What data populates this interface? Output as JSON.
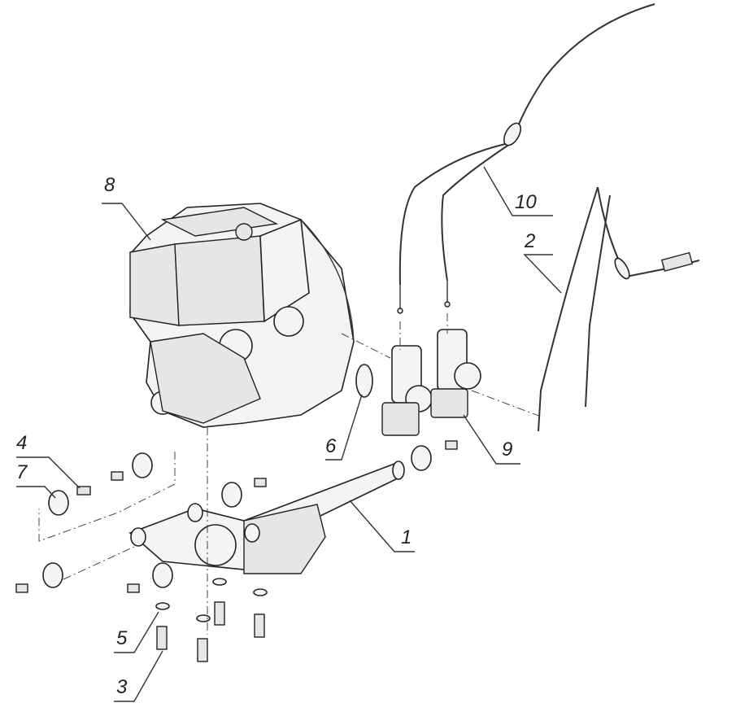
{
  "diagram": {
    "callouts": [
      "1",
      "2",
      "3",
      "4",
      "5",
      "6",
      "7",
      "8",
      "9",
      "10"
    ],
    "colors": {
      "line": "#222222",
      "fill": "#f4f4f4",
      "background": "#ffffff"
    }
  }
}
